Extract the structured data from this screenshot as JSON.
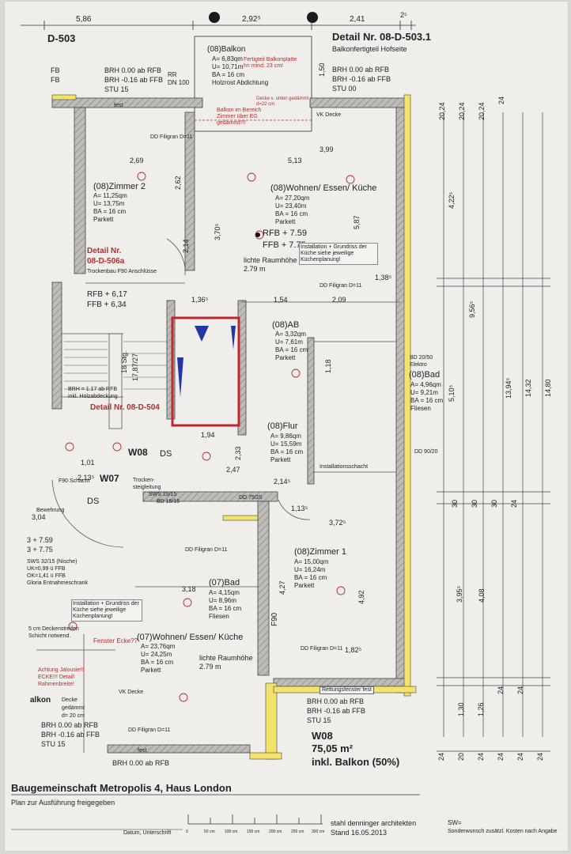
{
  "header": {
    "left_code": "D-503",
    "detail_title": "Detail Nr. 08-D-503.1",
    "detail_sub": "Balkonfertigteil Hofseite",
    "top_dims": [
      "5,86",
      "2,92⁵",
      "2,41",
      "2⁵"
    ],
    "brh_right": [
      "BRH 0.00 ab RFB",
      "BRH -0.16 ab FFB",
      "STU 00"
    ],
    "brh_left": [
      "BRH 0.00 ab RFB",
      "BRH -0.16 ab FFB",
      "STU 15"
    ],
    "left_abbr": [
      "FB",
      "FB"
    ],
    "rr": [
      "RR",
      "DN 100"
    ],
    "dim_150": "1,50"
  },
  "balcony": {
    "name": "(08)Balkon",
    "data": [
      "A= 6,83qm",
      "U= 10,71m",
      "BA = 16 cm",
      "Holzrost Abdichtung"
    ],
    "note": "Fertigteil Balkonplatte h= mind. 23 cm!",
    "red_note": "Balkon im Bereich Zimmer über EG gedämmt!!!!",
    "decke_note": "Decke v. unten gedämmt d=22 cm"
  },
  "rooms": [
    {
      "id": "zimmer2",
      "name": "(08)Zimmer 2",
      "data": [
        "A= 11,25qm",
        "U= 13,75m",
        "BA = 16 cm",
        "Parkett"
      ]
    },
    {
      "id": "wohnen",
      "name": "(08)Wohnen/ Essen/ Küche",
      "data": [
        "A= 27,20qm",
        "U= 23,40m",
        "BA = 16 cm",
        "Parkett"
      ]
    },
    {
      "id": "ab",
      "name": "(08)AB",
      "data": [
        "A= 3,32qm",
        "U= 7,61m",
        "BA = 16 cm",
        "Parkett"
      ]
    },
    {
      "id": "bad",
      "name": "(08)Bad",
      "data": [
        "A= 4,96qm",
        "U= 9,21m",
        "BA = 16 cm",
        "Fliesen"
      ]
    },
    {
      "id": "flur",
      "name": "(08)Flur",
      "data": [
        "A= 9,86qm",
        "U= 15,59m",
        "BA = 16 cm",
        "Parkett"
      ]
    },
    {
      "id": "zimmer1",
      "name": "(08)Zimmer 1",
      "data": [
        "A= 15,00qm",
        "U= 16,24m",
        "BA = 16 cm",
        "Parkett"
      ]
    },
    {
      "id": "bad07",
      "name": "(07)Bad",
      "data": [
        "A= 4,15qm",
        "U= 8,96m",
        "BA = 16 cm",
        "Fliesen"
      ]
    },
    {
      "id": "wohnen07",
      "name": "(07)Wohnen/ Essen/ Küche",
      "data": [
        "A= 23,76qm",
        "U= 24,25m",
        "BA = 16 cm",
        "Parkett"
      ]
    }
  ],
  "levels": {
    "rfb": "RFB + 7.59",
    "ffb": "FFB + 7.75",
    "raumhoehe": [
      "lichte Raumhöhe",
      "2.79 m"
    ],
    "stair_rfb": "RFB + 6,17",
    "stair_ffb": "FFB + 6,34",
    "left_rfb": "3 + 7.59",
    "left_ffb": "3 + 7.75",
    "raumhoehe07": [
      "lichte Raumhöhe",
      "2.79 m"
    ]
  },
  "notes": {
    "install_right": "Installation + Grundriss der Küche siehe jeweilige Küchenplanung!",
    "install_left": "Installation + Grundriss der Küche siehe jeweilige Küchenplanung!",
    "detail_506": [
      "Detail Nr.",
      "08-D-506a"
    ],
    "trockenbau": "Trockenbau F90 Anschlüsse",
    "detail_504": "Detail Nr. 08-D-504",
    "brh_holz": [
      "BRH = 1.17 ab RFB",
      "inkl. Holzabdeckung"
    ],
    "stair": [
      "18 Stg.",
      "17,87/27"
    ],
    "vk_decke": "VK Decke",
    "vk_decke2": "VK Decke",
    "dd_filigran": "DD Filigran D=11",
    "w08": "W08",
    "w07": "W07",
    "ds": "DS",
    "sws": [
      "SWS 32/15 (Nische)",
      "UK=0,99 ü FFB",
      "OK=1,41 ü FFB",
      "Gloria Entnahmeschrank"
    ],
    "sws2": "SWS 15/15",
    "bd": "BD 15/15",
    "dd": "DD 75/20",
    "bd_elektro": [
      "BD 20/50",
      "Elektro"
    ],
    "dd_90": "DD 90/20",
    "fenster": "Fenster Ecke??",
    "achtung": [
      "Achtung Jalousie!!!",
      "ECKE!!! Detail!",
      "Rahmenbreite!"
    ],
    "deckenstreifen": [
      "5 cm Deckenstreifen",
      "Schicht notwend."
    ],
    "rettung": "Rettungsfenster fest",
    "f90": "F90",
    "installschacht": "Installationsschacht",
    "bewehrung": "Bewehrung",
    "trocken": [
      "Trocken-",
      "steigleitung"
    ],
    "schacht": "F90 Schacht",
    "balkon_left": [
      "alkon",
      "Decke",
      "gedämmt",
      "d= 20 cm"
    ],
    "brh_left_bottom": [
      "BRH 0.00 ab RFB",
      "BRH -0.16 ab FFB",
      "STU 15"
    ],
    "brh_right_bottom": [
      "BRH 0.00 ab RFB",
      "BRH -0.16 ab FFB",
      "STU 15"
    ],
    "brh_cut": "BRH 0.00 ab RFB",
    "fest": "fest"
  },
  "unit": {
    "name": "W08",
    "area": "75,05 m²",
    "balcony": "inkl. Balkon (50%)"
  },
  "dims_inner": [
    "2,69",
    "5,13",
    "3,99",
    "2,62",
    "3,70⁵",
    "2,14",
    "5,87",
    "1,54",
    "2,09",
    "1,36⁵",
    "1,94",
    "2,47",
    "2,33",
    "3,72⁵",
    "4,27",
    "4,92",
    "3,18",
    "1,82⁵",
    "1,01",
    "2,13⁵",
    "3,04",
    "1,38⁵",
    "1,18",
    "2,14⁵",
    "1,13⁵"
  ],
  "dims_right": [
    "20,24",
    "20,24",
    "20,24",
    "24",
    "4,22⁵",
    "9,56⁵",
    "5,10⁵",
    "13,94⁵",
    "14,32",
    "14,80",
    "30",
    "30",
    "30",
    "24",
    "3,95⁵",
    "4,08",
    "1,30",
    "1,26",
    "24",
    "24",
    "24",
    "20",
    "24",
    "24",
    "24",
    "24"
  ],
  "footer": {
    "project": "Baugemeinschaft Metropolis 4, Haus London",
    "released": "Plan zur Ausführung freigegeben",
    "signature": "Datum, Unterschrift",
    "scale_labels": [
      "0",
      "50 cm",
      "100 cm",
      "150 cm",
      "200 cm",
      "250 cm",
      "300 cm"
    ],
    "architect": "stahl denninger architekten",
    "date": "Stand 16.05.2013",
    "sw": "SW=",
    "sw_note": "Sonderwunsch zusätzl. Kosten nach Angabe"
  }
}
